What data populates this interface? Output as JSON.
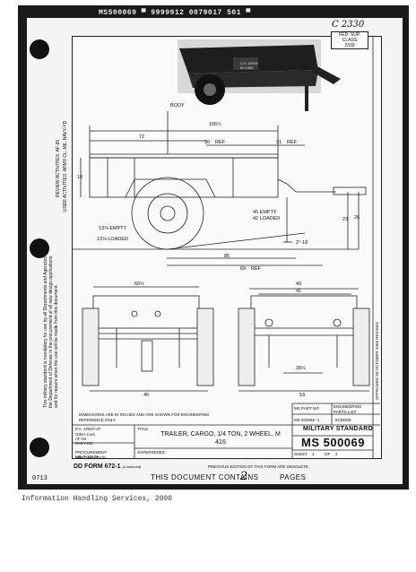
{
  "header_stamp": "MS500069 ▀ 9999912 0079017 501 ▀",
  "handwritten_top": "C 2330",
  "fsc_box": {
    "line1": "FED. SUP. CLASS",
    "line2": "2330"
  },
  "left_vertical_1": "REVIEW ACTIVITIES: AF-85",
  "left_vertical_2": "USER ACTIVITIES: ARMY-CL, ME, NAVY-YD",
  "left_vertical_notice": "This military standard is mandatory for use by all Departments and Agencies of the Department of Defense in the procurement of all new design applications and for repairs when the use will be made from this document.",
  "dimensions": {
    "body": "BODY",
    "d106": "106½",
    "d72": "72",
    "d36": "36",
    "d31": "31",
    "ref1": "REF",
    "ref2": "REF",
    "d18": "18",
    "empty45": "45 EMPTY",
    "loaded42": "42 LOADED",
    "d23": "23",
    "d26": "26",
    "empty13": "13⅝ EMPTY",
    "loaded13": "13⅝ LOADED",
    "d85": "85",
    "d69": "69",
    "ref3": "REF",
    "angle": "2°-18",
    "d60": "60½",
    "d49": "49",
    "d41": "41",
    "d39": "39½",
    "d46": "46",
    "d53": "53"
  },
  "trailer_markings": [
    "U.S. ARMY",
    "60 1080"
  ],
  "note": "DIMENSIONS ARE IN INCHES AND ARE SHOWN FOR ENGINEERING REFERENCE ONLY.",
  "title_block": {
    "pa_label": "P.A. ARMY-AT",
    "other_cust": "Other Cust",
    "af": "AF-84",
    "navy": "NAVY-MC",
    "title_label": "TITLE",
    "title": "TRAILER, CARGO, 1/4 TON, 2 WHEEL, M 416",
    "proc_spec_label": "PROCUREMENT SPECIFICATION",
    "proc_spec": "MIL-T-10579",
    "supersedes": "SUPERSEDES:",
    "ms_part_no": "MS PART NO.",
    "eng_parts_list": "ENGINEERING PARTS LIST",
    "part_no": "MS 500069 -1",
    "parts_list_no": "8736300",
    "military_standard": "MILITARY STANDARD",
    "ms_number": "MS 500069",
    "sheet_label": "SHEET",
    "sheet": "1",
    "of_label": "OF",
    "of": "2",
    "approved": "APPROVED 30 OCTOBER 1966 REVISED"
  },
  "dd_form": "DD FORM 672-1",
  "dd_continued": "(Continued)",
  "previous_edition": "PREVIOUS EDITION OF THIS FORM ARE OBSOLETE.",
  "bottom_code": "0713",
  "doc_contains": "THIS DOCUMENT CONTAINS",
  "pages_count": "2",
  "pages_label": "PAGES",
  "footer": "Information Handling Services, 2000"
}
